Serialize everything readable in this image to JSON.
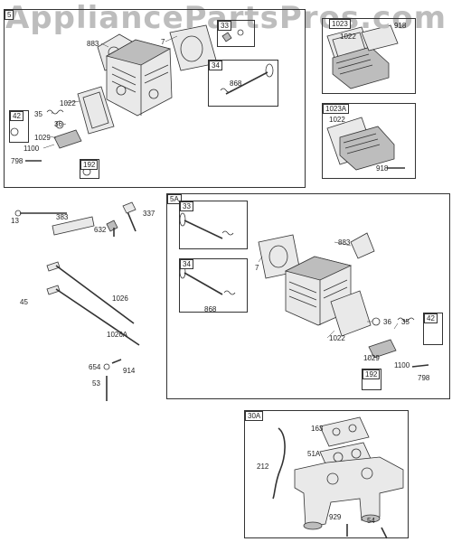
{
  "watermark": "AppliancePartsPros.com",
  "sections": {
    "s5": "5",
    "s5A": "5A",
    "s30A": "30A",
    "s1023": "1023",
    "s1023A": "1023A"
  },
  "tags": {
    "t33a": "33",
    "t34a": "34",
    "t42a": "42",
    "t192a": "192",
    "t33b": "33",
    "t34b": "34",
    "t42b": "42",
    "t192b": "192"
  },
  "labels": {
    "l883a": "883",
    "l7a": "7",
    "l918a": "918",
    "l868a": "868",
    "l1022a": "1022",
    "l35a": "35",
    "l36a": "36",
    "l1029a": "1029",
    "l1100a": "1100",
    "l798a": "798",
    "l1022b": "1022",
    "l1022c": "1022",
    "l918b": "918",
    "l13": "13",
    "l383": "383",
    "l337": "337",
    "l632": "632",
    "l45": "45",
    "l1026": "1026",
    "l1026A": "1026A",
    "l654": "654",
    "l914": "914",
    "l53": "53",
    "l883b": "883",
    "l7b": "7",
    "l868b": "868",
    "l1022d": "1022",
    "l36b": "36",
    "l35b": "35",
    "l1029b": "1029",
    "l1100b": "1100",
    "l798b": "798",
    "l163": "163",
    "l51A": "51A",
    "l212": "212",
    "l929": "929",
    "l54": "54"
  }
}
